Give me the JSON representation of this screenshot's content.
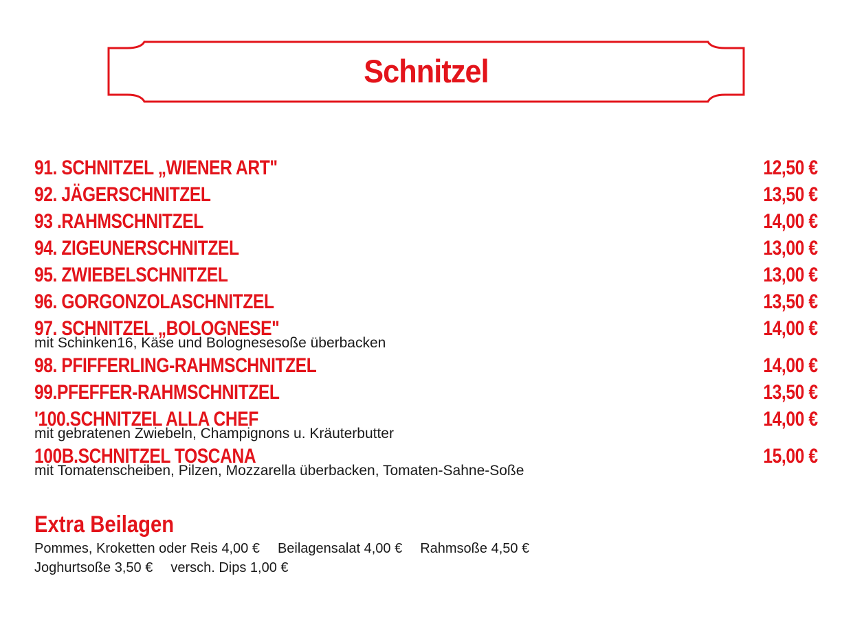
{
  "header": {
    "title": "Schnitzel"
  },
  "colors": {
    "accent": "#e3141b",
    "text": "#1a1a1a",
    "background": "#ffffff"
  },
  "menu": {
    "items": [
      {
        "name": "91. SCHNITZEL „WIENER ART\"",
        "price": "12,50 €",
        "desc": ""
      },
      {
        "name": "92. JÄGERSCHNITZEL",
        "price": "13,50 €",
        "desc": ""
      },
      {
        "name": "93 .RAHMSCHNITZEL",
        "price": "14,00 €",
        "desc": ""
      },
      {
        "name": "94. ZIGEUNERSCHNITZEL",
        "price": "13,00 €",
        "desc": ""
      },
      {
        "name": "95. ZWIEBELSCHNITZEL",
        "price": "13,00 €",
        "desc": ""
      },
      {
        "name": "96. GORGONZOLASCHNITZEL",
        "price": "13,50 €",
        "desc": ""
      },
      {
        "name": "97. SCHNITZEL „BOLOGNESE\"",
        "price": "14,00 €",
        "desc": "mit Schinken16, Käse und Bolognesesoße überbacken"
      },
      {
        "name": "98. PFIFFERLING-RAHMSCHNITZEL",
        "price": "14,00 €",
        "desc": ""
      },
      {
        "name": "99.PFEFFER-RAHMSCHNITZEL",
        "price": "13,50 €",
        "desc": ""
      },
      {
        "name": "'100.SCHNITZEL ALLA CHEF",
        "price": "14,00 €",
        "desc": "mit gebratenen Zwiebeln, Champignons u. Kräuterbutter"
      },
      {
        "name": "100B.SCHNITZEL TOSCANA",
        "price": "15,00 €",
        "desc": "mit Tomatenscheiben, Pilzen, Mozzarella überbacken, Tomaten-Sahne-Soße"
      }
    ]
  },
  "extras": {
    "title": "Extra Beilagen",
    "line1": [
      "Pommes, Kroketten oder Reis 4,00 €",
      "Beilagensalat 4,00 €",
      "Rahmsoße 4,50 €"
    ],
    "line2": [
      "Joghurtsoße 3,50 €",
      "versch. Dips 1,00 €"
    ]
  }
}
